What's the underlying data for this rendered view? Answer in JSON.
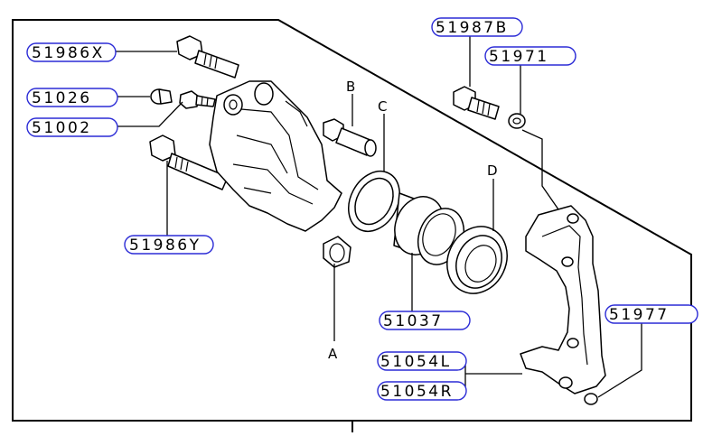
{
  "callouts": {
    "c51986x": "51986X",
    "c51026": "51026",
    "c51002": "51002",
    "c51986y": "51986Y",
    "c51987b": "51987B",
    "c51971": "51971",
    "c51037": "51037",
    "c51977": "51977",
    "c51054l": "51054L",
    "c51054r": "51054R"
  },
  "letters": {
    "a": "A",
    "b": "B",
    "c": "C",
    "d": "D"
  }
}
